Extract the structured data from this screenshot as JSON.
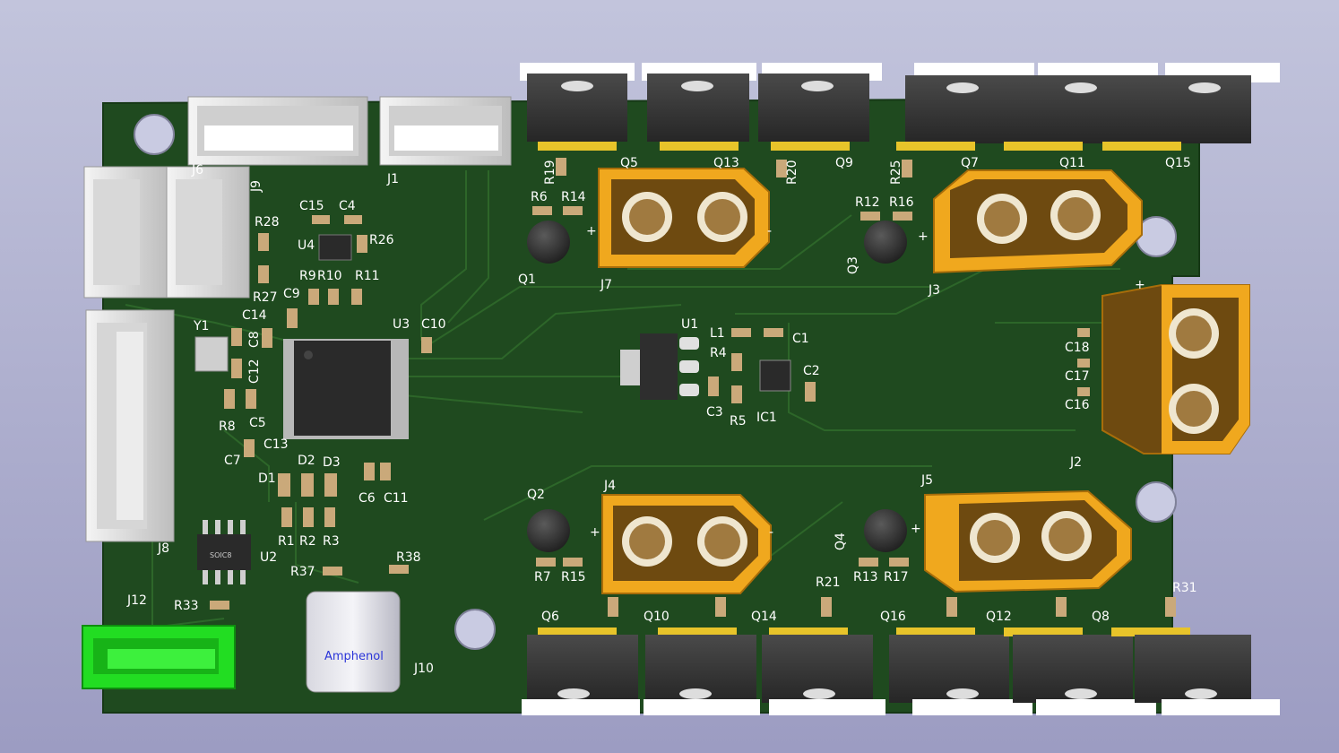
{
  "colors": {
    "background_top": "#c2c4dc",
    "background_bottom": "#9c9cc2",
    "board": "#1f4a1f",
    "trace": "#2e6a2a",
    "silk": "#ffffff",
    "pad_gold": "#e8b52a",
    "connector_orange": "#f0a81e",
    "connector_green": "#22dd22",
    "plastic_white": "#e8e8e8",
    "mosfet_body": "#3a3a3a"
  },
  "labels": {
    "j6": "J6",
    "j9": "J9",
    "j1": "J1",
    "q5": "Q5",
    "q13": "Q13",
    "q9": "Q9",
    "q7": "Q7",
    "q11": "Q11",
    "q15": "Q15",
    "r19": "R19",
    "r20": "R20",
    "r25": "R25",
    "r6": "R6",
    "r14": "R14",
    "r12": "R12",
    "r16": "R16",
    "q1": "Q1",
    "q3": "Q3",
    "j7": "J7",
    "j3": "J3",
    "r28": "R28",
    "c15": "C15",
    "c4": "C4",
    "u4": "U4",
    "r26": "R26",
    "r27": "R27",
    "c9": "C9",
    "r9": "R9",
    "r10": "R10",
    "r11": "R11",
    "y1": "Y1",
    "c14": "C14",
    "c8": "C8",
    "c12": "C12",
    "u3": "U3",
    "c10": "C10",
    "u1": "U1",
    "l1": "L1",
    "c1": "C1",
    "r4": "R4",
    "c2": "C2",
    "c3": "C3",
    "r5": "R5",
    "ic1": "IC1",
    "c18": "C18",
    "c17": "C17",
    "c16": "C16",
    "j2": "J2",
    "r8": "R8",
    "c5": "C5",
    "c7": "C7",
    "c13": "C13",
    "d1": "D1",
    "d2": "D2",
    "d3": "D3",
    "c6": "C6",
    "c11": "C11",
    "q2": "Q2",
    "j4": "J4",
    "r7": "R7",
    "r15": "R15",
    "q4": "Q4",
    "j5": "J5",
    "r13": "R13",
    "r17": "R17",
    "r1": "R1",
    "r2": "R2",
    "r3": "R3",
    "j8": "J8",
    "u2": "U2",
    "soic8": "SOIC8",
    "r37": "R37",
    "r38": "R38",
    "r21": "R21",
    "r31": "R31",
    "j12": "J12",
    "r33": "R33",
    "q6": "Q6",
    "q10": "Q10",
    "q14": "Q14",
    "q16": "Q16",
    "q12": "Q12",
    "q8": "Q8",
    "j10": "J10",
    "amphenol": "Amphenol",
    "plus": "+",
    "minus": "-"
  }
}
